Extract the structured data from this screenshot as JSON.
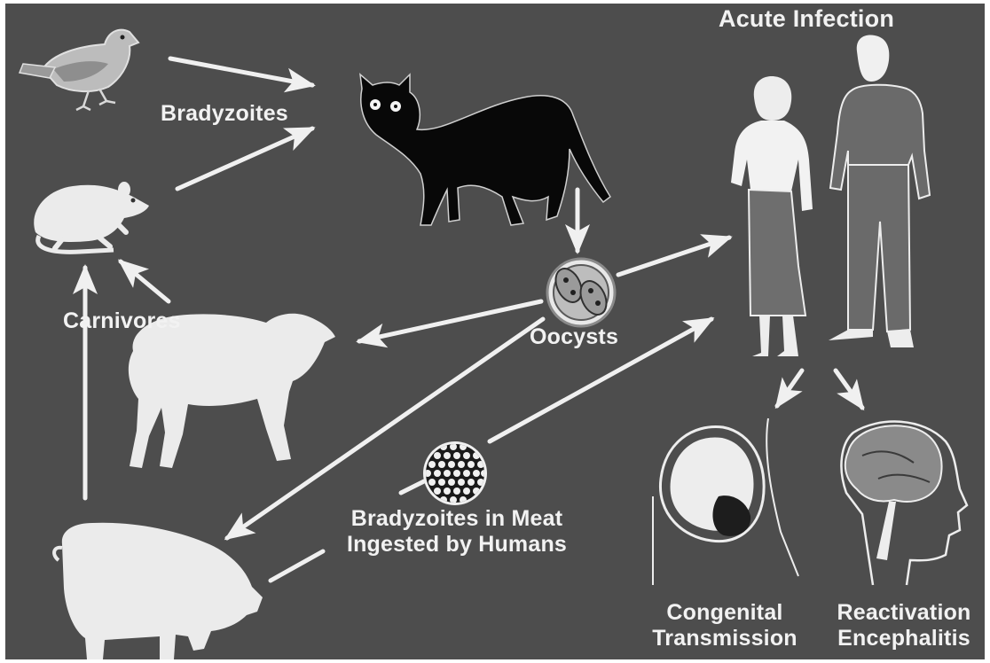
{
  "labels": {
    "acute_infection": "Acute Infection",
    "bradyzoites": "Bradyzoites",
    "carnivores": "Carnivores",
    "oocysts": "Oocysts",
    "bradyzoites_in_meat_line1": "Bradyzoites in Meat",
    "bradyzoites_in_meat_line2": "Ingested by Humans",
    "congenital_line1": "Congenital",
    "congenital_line2": "Transmission",
    "reactivation_line1": "Reactivation",
    "reactivation_line2": "Encephalitis"
  },
  "colors": {
    "background": "#4d4d4d",
    "arrow": "#f0f0f0",
    "animal_light": "#ebebeb",
    "cat": "#080808",
    "woman_dress": "#6e6e6e",
    "man_clothes": "#6a6a6a",
    "brain": "#8a8a8a"
  },
  "icons": [
    "bird-icon",
    "rodent-icon",
    "cat-icon",
    "sheep-icon",
    "pig-icon",
    "oocyst-icon",
    "tissue-cyst-icon",
    "woman-icon",
    "man-icon",
    "fetus-icon",
    "brain-head-icon"
  ]
}
